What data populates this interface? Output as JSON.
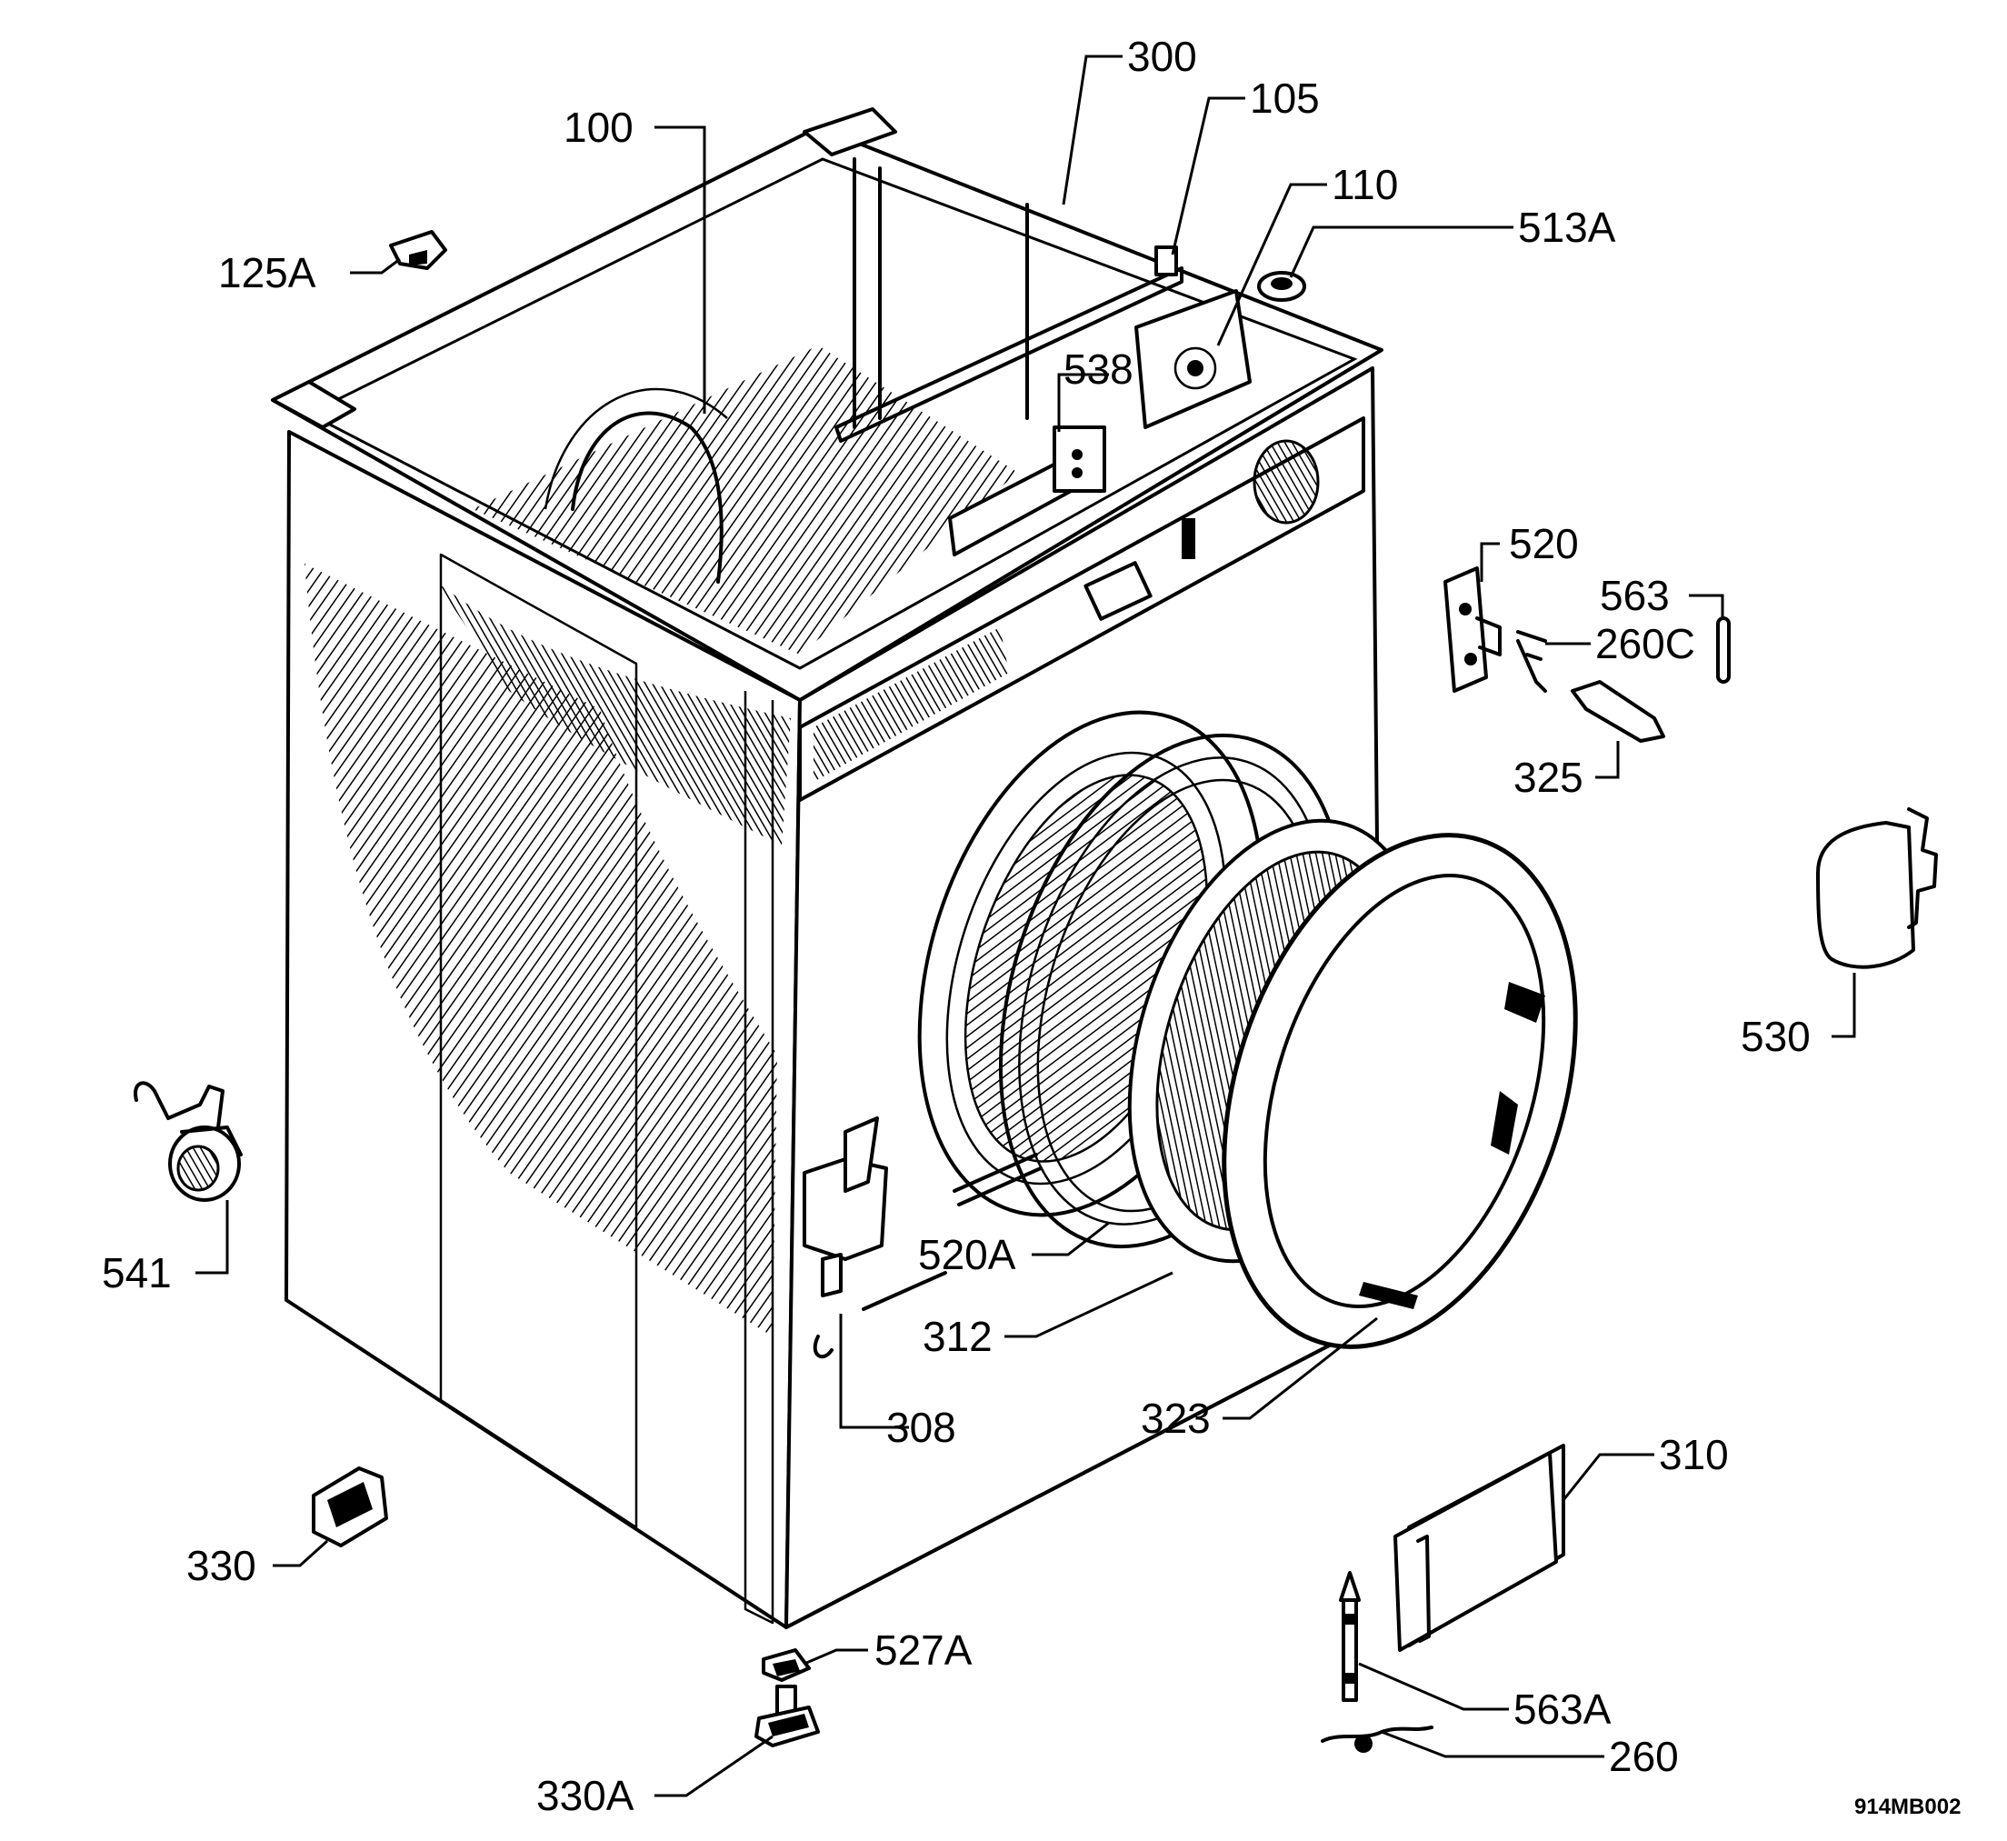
{
  "diagram": {
    "drawing_id": "914MB002",
    "callouts": [
      {
        "id": "300",
        "label": "300"
      },
      {
        "id": "105",
        "label": "105"
      },
      {
        "id": "100",
        "label": "100"
      },
      {
        "id": "110",
        "label": "110"
      },
      {
        "id": "513A",
        "label": "513A"
      },
      {
        "id": "125A",
        "label": "125A"
      },
      {
        "id": "538",
        "label": "538"
      },
      {
        "id": "520",
        "label": "520"
      },
      {
        "id": "563",
        "label": "563"
      },
      {
        "id": "260C",
        "label": "260C"
      },
      {
        "id": "325",
        "label": "325"
      },
      {
        "id": "530",
        "label": "530"
      },
      {
        "id": "541",
        "label": "541"
      },
      {
        "id": "520A",
        "label": "520A"
      },
      {
        "id": "312",
        "label": "312"
      },
      {
        "id": "308",
        "label": "308"
      },
      {
        "id": "323",
        "label": "323"
      },
      {
        "id": "310",
        "label": "310"
      },
      {
        "id": "330",
        "label": "330"
      },
      {
        "id": "527A",
        "label": "527A"
      },
      {
        "id": "563A",
        "label": "563A"
      },
      {
        "id": "260",
        "label": "260"
      },
      {
        "id": "330A",
        "label": "330A"
      }
    ]
  }
}
